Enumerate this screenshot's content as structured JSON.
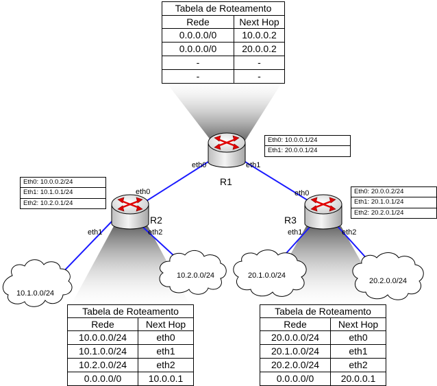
{
  "tables": {
    "r1": {
      "title": "Tabela de Roteamento",
      "headers": [
        "Rede",
        "Next Hop"
      ],
      "rows": [
        [
          "0.0.0.0/0",
          "10.0.0.2"
        ],
        [
          "0.0.0.0/0",
          "20.0.0.2"
        ],
        [
          "-",
          "-"
        ],
        [
          "-",
          "-"
        ]
      ]
    },
    "r2": {
      "title": "Tabela de Roteamento",
      "headers": [
        "Rede",
        "Next Hop"
      ],
      "rows": [
        [
          "10.0.0.0/24",
          "eth0"
        ],
        [
          "10.1.0.0/24",
          "eth1"
        ],
        [
          "10.2.0.0/24",
          "eth2"
        ],
        [
          "0.0.0.0/0",
          "10.0.0.1"
        ]
      ]
    },
    "r3": {
      "title": "Tabela de Roteamento",
      "headers": [
        "Rede",
        "Next Hop"
      ],
      "rows": [
        [
          "20.0.0.0/24",
          "eth0"
        ],
        [
          "20.1.0.0/24",
          "eth1"
        ],
        [
          "20.2.0.0/24",
          "eth2"
        ],
        [
          "0.0.0.0/0",
          "20.0.0.1"
        ]
      ]
    }
  },
  "interfaces": {
    "r1": [
      "Eth0: 10.0.0.1/24",
      "Eth1: 20.0.0.1/24"
    ],
    "r2": [
      "Eth0: 10.0.0.2/24",
      "Eth1: 10.1.0.1/24",
      "Eth2: 10.2.0.1/24"
    ],
    "r3": [
      "Eth0: 20.0.0.2/24",
      "Eth1: 20.1.0.1/24",
      "Eth2: 20.2.0.1/24"
    ]
  },
  "routers": {
    "r1": "R1",
    "r2": "R2",
    "r3": "R3"
  },
  "ports": {
    "r1": {
      "eth0": "eth0",
      "eth1": "eth1"
    },
    "r2": {
      "eth0": "eth0",
      "eth1": "eth1",
      "eth2": "eth2"
    },
    "r3": {
      "eth0": "eth0",
      "eth1": "eth1",
      "eth2": "eth2"
    }
  },
  "networks": {
    "n101": "10.1.0.0/24",
    "n102": "10.2.0.0/24",
    "n201": "20.1.0.0/24",
    "n202": "20.2.0.0/24"
  },
  "colors": {
    "link": "#1a1aff",
    "arrow": "#e00000",
    "router_top": "#d8d8d8",
    "router_body": "#ececec"
  }
}
